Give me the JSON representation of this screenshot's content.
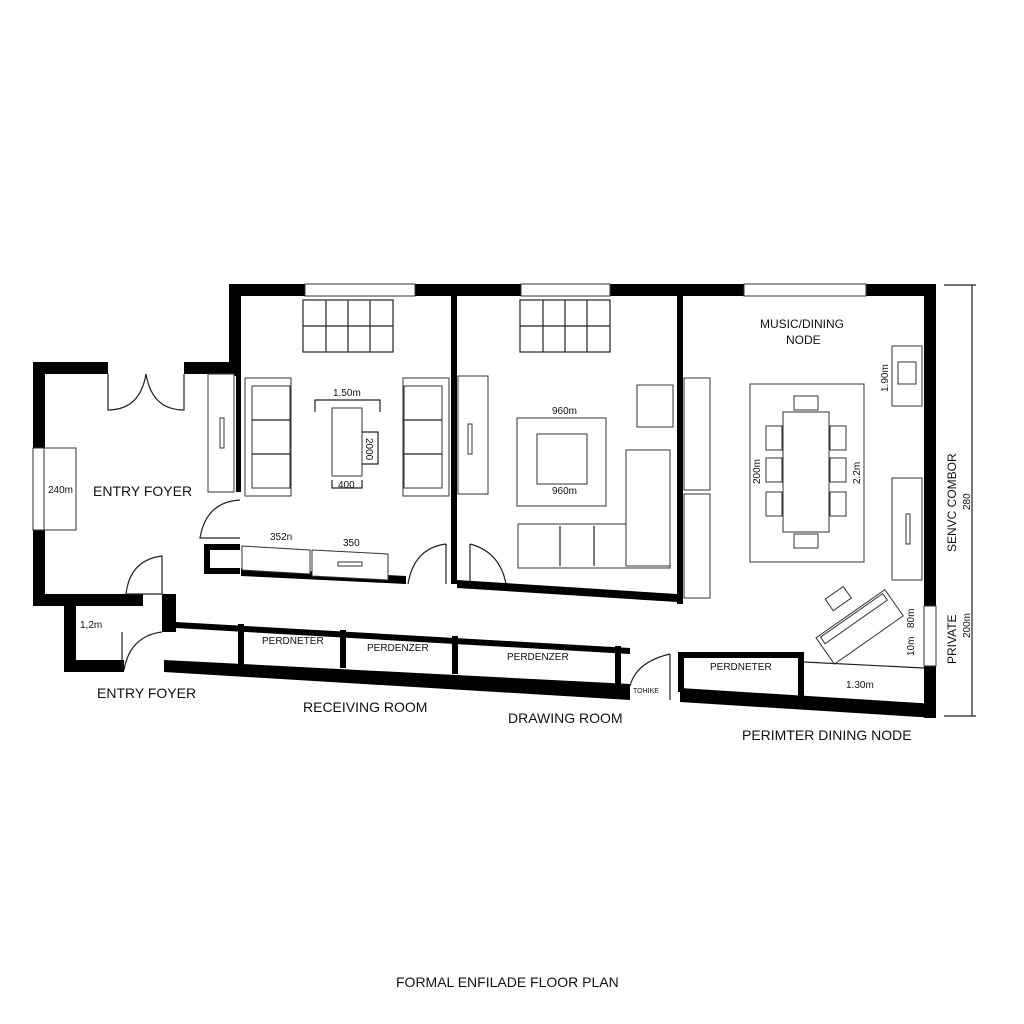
{
  "title": "FORMAL ENFILADE FLOOR PLAN",
  "rooms": {
    "entry_foyer_main": "ENTRY FOYER",
    "entry_foyer_caption": "ENTRY FOYER",
    "receiving_room_caption": "RECEIVING ROOM",
    "drawing_room_caption": "DRAWING ROOM",
    "music_dining_line1": "MUSIC/DINING",
    "music_dining_line2": "NODE",
    "perimeter_dining_caption": "PERIMTER DINING NODE",
    "service_corridor": "SENVC COMBOR",
    "private": "PRIVATE"
  },
  "closets": [
    "PERDNETER",
    "PERDENZER",
    "PERDENZER",
    "PERDNETER"
  ],
  "toilet_label": "TOHIKE",
  "dimensions": {
    "foyer_window": "240m",
    "closet_small": "1,2m",
    "coffee_table_width": "1.50m",
    "coffee_table_length": "2000",
    "coffee_table_depth": "400",
    "console_left": "352n",
    "console_right": "350",
    "rug_top": "960m",
    "rug_bottom": "960m",
    "dining_left": "200m",
    "dining_right": "2.2m",
    "sideboard": "1.90m",
    "corridor_value": "280",
    "private_value": "200m",
    "piano_a": "10m",
    "piano_b": "80m",
    "perimeter_bottom": "1.30m"
  }
}
